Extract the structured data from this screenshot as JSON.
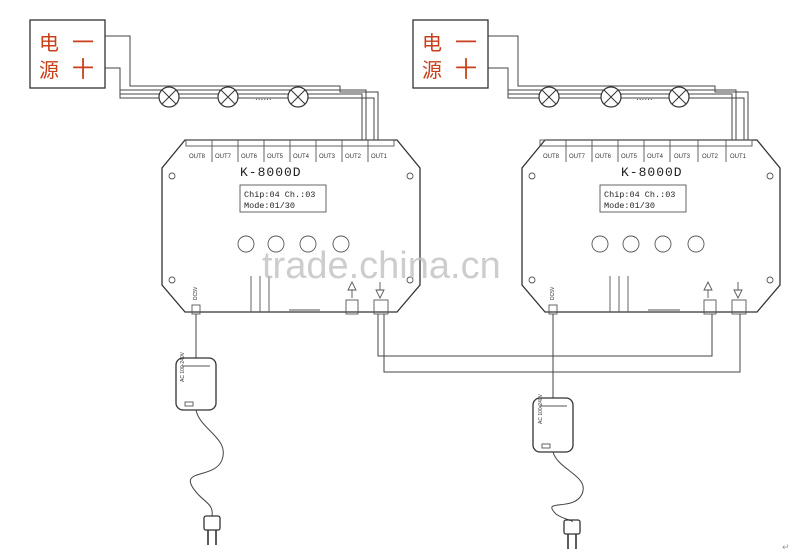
{
  "power_supply": {
    "top_char": "电",
    "bottom_char": "源",
    "minus": "一",
    "plus": "十"
  },
  "string_ellipsis": "......",
  "controller": {
    "model": "K-8000D",
    "lcd_line1": "Chip:04  Ch.:03",
    "lcd_line2": "Mode:01/30",
    "outputs": [
      "OUT8",
      "OUT7",
      "OUT6",
      "OUT5",
      "OUT4",
      "OUT3",
      "OUT2",
      "OUT1"
    ],
    "dc_label": "DC5V"
  },
  "adapter": {
    "label": "AC 100-240V"
  },
  "watermark": "trade.china.cn",
  "corner_mark": "↵"
}
